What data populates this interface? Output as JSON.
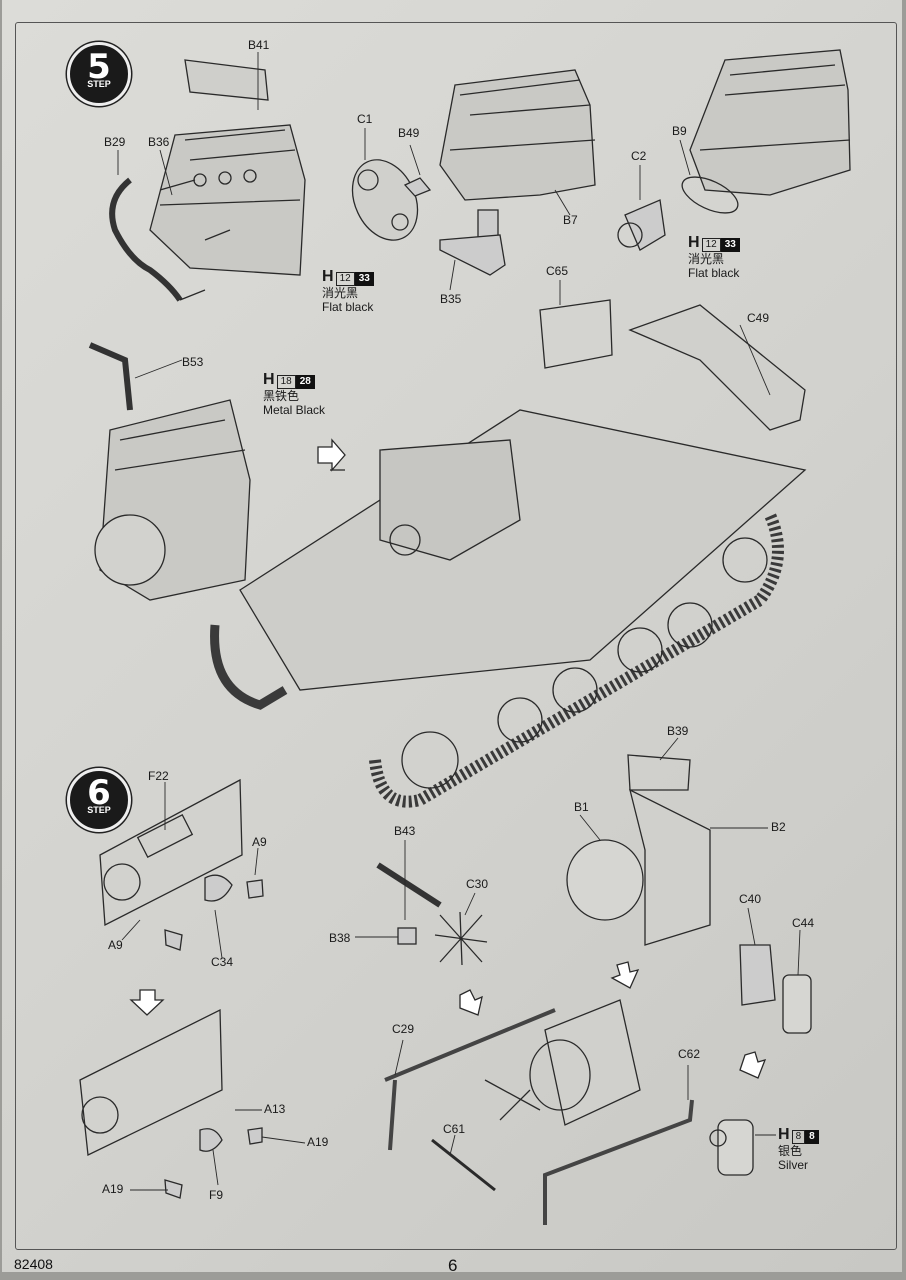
{
  "steps": [
    {
      "number": "5",
      "word": "STEP"
    },
    {
      "number": "6",
      "word": "STEP"
    }
  ],
  "parts": {
    "B41": "B41",
    "B29": "B29",
    "B36": "B36",
    "C1": "C1",
    "B49": "B49",
    "B7": "B7",
    "B35": "B35",
    "C2": "C2",
    "B9": "B9",
    "C65": "C65",
    "C49": "C49",
    "B53": "B53",
    "F22": "F22",
    "A9a": "A9",
    "A9b": "A9",
    "C34": "C34",
    "B43": "B43",
    "C30": "C30",
    "B38": "B38",
    "B39": "B39",
    "B1": "B1",
    "B2": "B2",
    "C40": "C40",
    "C44": "C44",
    "C29": "C29",
    "C61": "C61",
    "C62": "C62",
    "A13": "A13",
    "A19a": "A19",
    "A19b": "A19",
    "F9": "F9"
  },
  "paint_callouts": [
    {
      "letter": "H",
      "code": "12",
      "alt": "33",
      "cn": "消光黑",
      "en": "Flat black"
    },
    {
      "letter": "H",
      "code": "12",
      "alt": "33",
      "cn": "消光黑",
      "en": "Flat black"
    },
    {
      "letter": "H",
      "code": "18",
      "alt": "28",
      "cn": "黑铁色",
      "en": "Metal  Black"
    },
    {
      "letter": "H",
      "code": "8",
      "alt": "8",
      "cn": "银色",
      "en": "Silver"
    }
  ],
  "footer": {
    "code": "82408",
    "page": "6"
  },
  "colors": {
    "ink": "#1a1a1a",
    "paper": "#d6d6d2"
  }
}
